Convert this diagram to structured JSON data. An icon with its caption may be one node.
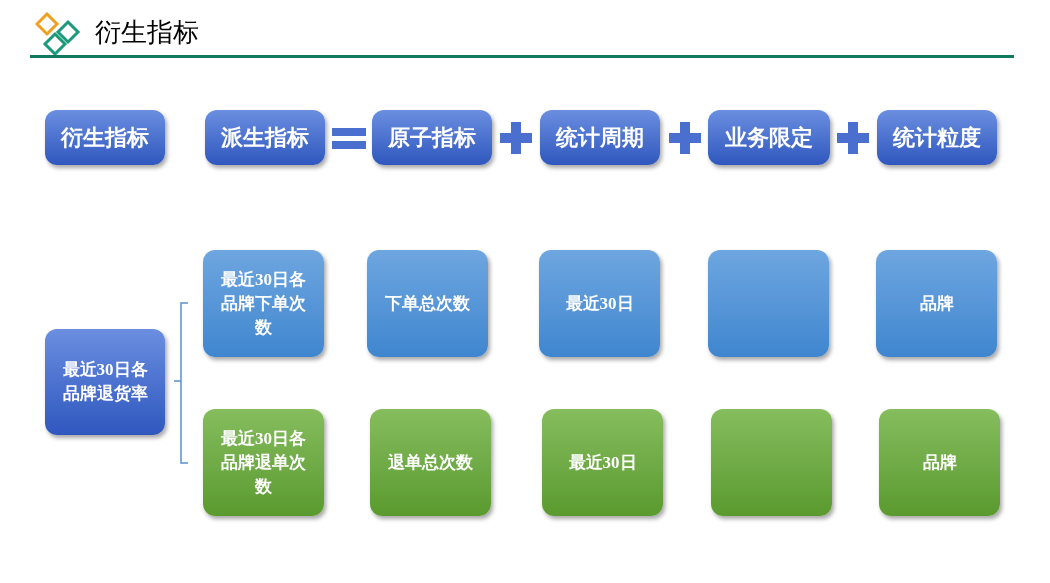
{
  "diagram": {
    "title": "衍生指标",
    "nodes": [
      {
        "text": [
          "衍生指标"
        ]
      },
      {
        "text": [
          "派生指标"
        ]
      },
      {
        "text": [
          "原子指标"
        ]
      },
      {
        "text": [
          "统计周期"
        ]
      },
      {
        "text": [
          "业务限定"
        ]
      },
      {
        "text": [
          "统计粒度"
        ]
      },
      {
        "text": [
          "最近30日各品牌退货率"
        ]
      },
      {
        "text": [
          "最近30日各品牌下单次数"
        ]
      },
      {
        "text": [
          "下单总次数"
        ]
      },
      {
        "text": [
          "最近30日"
        ]
      },
      {
        "text": [],
        "shape": "box"
      },
      {
        "text": [
          "品牌"
        ]
      },
      {
        "text": [
          "最近30日各品牌退单次数"
        ]
      },
      {
        "text": [
          "退单总次数"
        ]
      },
      {
        "text": [
          "最近30日"
        ]
      },
      {
        "text": [],
        "shape": "box"
      },
      {
        "text": [
          "品牌"
        ]
      }
    ]
  }
}
